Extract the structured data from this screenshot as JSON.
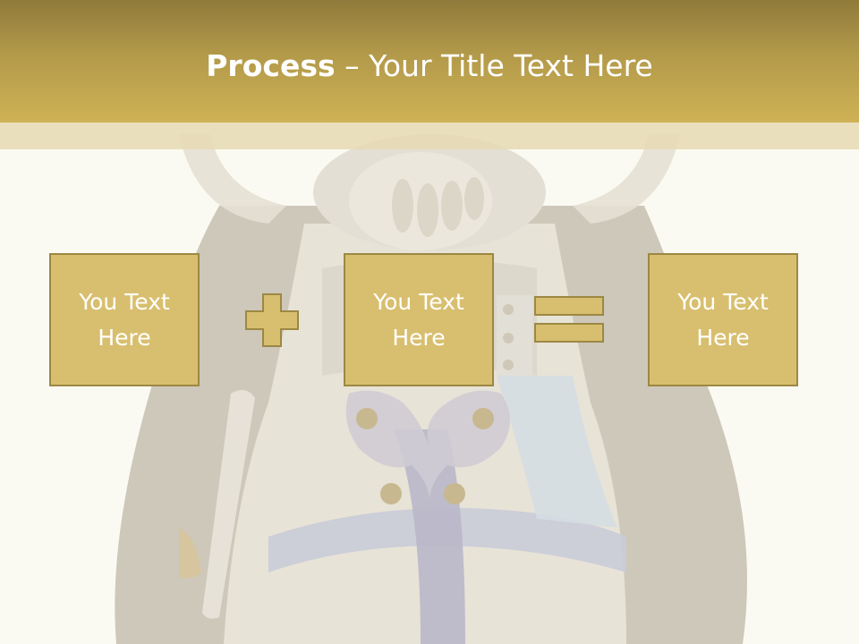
{
  "slide": {
    "title_bold": "Process",
    "title_rest": " – Your Title Text Here",
    "boxes": [
      {
        "text": "You Text\nHere"
      },
      {
        "text": "You Text\nHere"
      },
      {
        "text": "You Text\nHere"
      }
    ],
    "colors": {
      "header": "#b39a4a",
      "box_fill": "#d8bf6f",
      "box_border": "#9c8843",
      "background": "#fbfaf2"
    },
    "icons": [
      "plus-icon",
      "equals-icon"
    ]
  }
}
